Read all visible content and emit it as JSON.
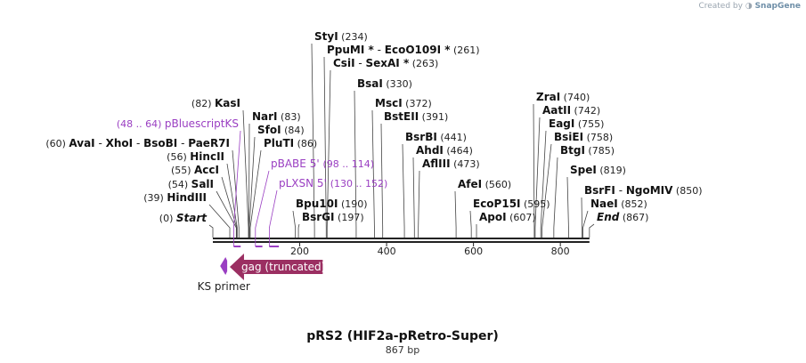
{
  "credit": {
    "prefix": "Created by",
    "brand": "SnapGene"
  },
  "map": {
    "title": "pRS2 (HIF2a-pRetro-Super)",
    "length_label": "867 bp",
    "length": 867,
    "ticks": [
      200,
      400,
      600,
      800
    ],
    "tick_labels": [
      "200",
      "400",
      "600",
      "800"
    ]
  },
  "sites": [
    {
      "id": "start",
      "label": "Start",
      "italic": true,
      "num": "(0)",
      "pos": 0,
      "side": "left"
    },
    {
      "id": "hindiii",
      "label": "HindIII",
      "num": "(39)",
      "pos": 39,
      "side": "left"
    },
    {
      "id": "sali",
      "label": "SalI",
      "num": "(54)",
      "pos": 54,
      "side": "left"
    },
    {
      "id": "acci",
      "label": "AccI",
      "num": "(55)",
      "pos": 55,
      "side": "left"
    },
    {
      "id": "hincii",
      "label": "HincII",
      "num": "(56)",
      "pos": 56,
      "side": "left"
    },
    {
      "id": "avai",
      "label": "AvaI - XhoI - BsoBI - PaeR7I",
      "parts": [
        "AvaI",
        "XhoI",
        "BsoBI",
        "PaeR7I"
      ],
      "num": "(60)",
      "pos": 60,
      "side": "left"
    },
    {
      "id": "kasi",
      "label": "KasI",
      "num": "(82)",
      "pos": 82,
      "side": "left"
    },
    {
      "id": "nari",
      "label": "NarI",
      "num": "(83)",
      "pos": 83,
      "side": "right"
    },
    {
      "id": "sfoi",
      "label": "SfoI",
      "num": "(84)",
      "pos": 84,
      "side": "right"
    },
    {
      "id": "pluti",
      "label": "PluTI",
      "num": "(86)",
      "pos": 86,
      "side": "right"
    },
    {
      "id": "bpu10i",
      "label": "Bpu10I",
      "num": "(190)",
      "pos": 190,
      "side": "right"
    },
    {
      "id": "bsrgi",
      "label": "BsrGI",
      "num": "(197)",
      "pos": 197,
      "side": "right"
    },
    {
      "id": "styi",
      "label": "StyI",
      "num": "(234)",
      "pos": 234,
      "side": "right"
    },
    {
      "id": "ppumi",
      "label": "PpuMI * - EcoO109I *",
      "parts": [
        "PpuMI *",
        "EcoO109I *"
      ],
      "num": "(261)",
      "pos": 261,
      "side": "right"
    },
    {
      "id": "csii",
      "label": "CsiI - SexAI *",
      "parts": [
        "CsiI",
        "SexAI *"
      ],
      "num": "(263)",
      "pos": 263,
      "side": "right"
    },
    {
      "id": "bsai",
      "label": "BsaI",
      "num": "(330)",
      "pos": 330,
      "side": "right"
    },
    {
      "id": "msci",
      "label": "MscI",
      "num": "(372)",
      "pos": 372,
      "side": "right"
    },
    {
      "id": "bsteii",
      "label": "BstEII",
      "num": "(391)",
      "pos": 391,
      "side": "right"
    },
    {
      "id": "bsrbi",
      "label": "BsrBI",
      "num": "(441)",
      "pos": 441,
      "side": "right"
    },
    {
      "id": "ahdi",
      "label": "AhdI",
      "num": "(464)",
      "pos": 464,
      "side": "right"
    },
    {
      "id": "afliii",
      "label": "AflIII",
      "num": "(473)",
      "pos": 473,
      "side": "right"
    },
    {
      "id": "afei",
      "label": "AfeI",
      "num": "(560)",
      "pos": 560,
      "side": "right"
    },
    {
      "id": "ecop15i",
      "label": "EcoP15I",
      "num": "(595)",
      "pos": 595,
      "side": "right"
    },
    {
      "id": "apoi",
      "label": "ApoI",
      "num": "(607)",
      "pos": 607,
      "side": "right"
    },
    {
      "id": "zrai",
      "label": "ZraI",
      "num": "(740)",
      "pos": 740,
      "side": "right"
    },
    {
      "id": "aatii",
      "label": "AatII",
      "num": "(742)",
      "pos": 742,
      "side": "right"
    },
    {
      "id": "eagi",
      "label": "EagI",
      "num": "(755)",
      "pos": 755,
      "side": "right"
    },
    {
      "id": "bsiei",
      "label": "BsiEI",
      "num": "(758)",
      "pos": 758,
      "side": "right"
    },
    {
      "id": "btgi",
      "label": "BtgI",
      "num": "(785)",
      "pos": 785,
      "side": "right"
    },
    {
      "id": "spei",
      "label": "SpeI",
      "num": "(819)",
      "pos": 819,
      "side": "right"
    },
    {
      "id": "bsrfi",
      "label": "BsrFI - NgoMIV",
      "parts": [
        "BsrFI",
        "NgoMIV"
      ],
      "num": "(850)",
      "pos": 850,
      "side": "right"
    },
    {
      "id": "naei",
      "label": "NaeI",
      "num": "(852)",
      "pos": 852,
      "side": "right"
    },
    {
      "id": "end",
      "label": "End",
      "italic": true,
      "num": "(867)",
      "pos": 867,
      "side": "right"
    }
  ],
  "primers": [
    {
      "id": "pbluescriptks",
      "label": "pBluescriptKS",
      "range": "(48 .. 64)",
      "start": 48,
      "end": 64
    },
    {
      "id": "pbabe5",
      "label": "pBABE 5'",
      "range": "(98 .. 114)",
      "start": 98,
      "end": 114
    },
    {
      "id": "plxsn5",
      "label": "pLXSN 5'",
      "range": "(130 .. 152)",
      "start": 130,
      "end": 152
    }
  ],
  "features": [
    {
      "id": "gag",
      "label": "gag (truncated)",
      "start": 43,
      "end": 253,
      "direction": "reverse",
      "color": "#9b2f62"
    },
    {
      "id": "ks-primer",
      "label": "KS primer",
      "start": 25,
      "end": 33,
      "direction": "reverse",
      "color": "#9a3fc2"
    }
  ],
  "colors": {
    "primer": "#9a3fc2",
    "gag": "#9b2f62",
    "ruler": "#222222"
  }
}
